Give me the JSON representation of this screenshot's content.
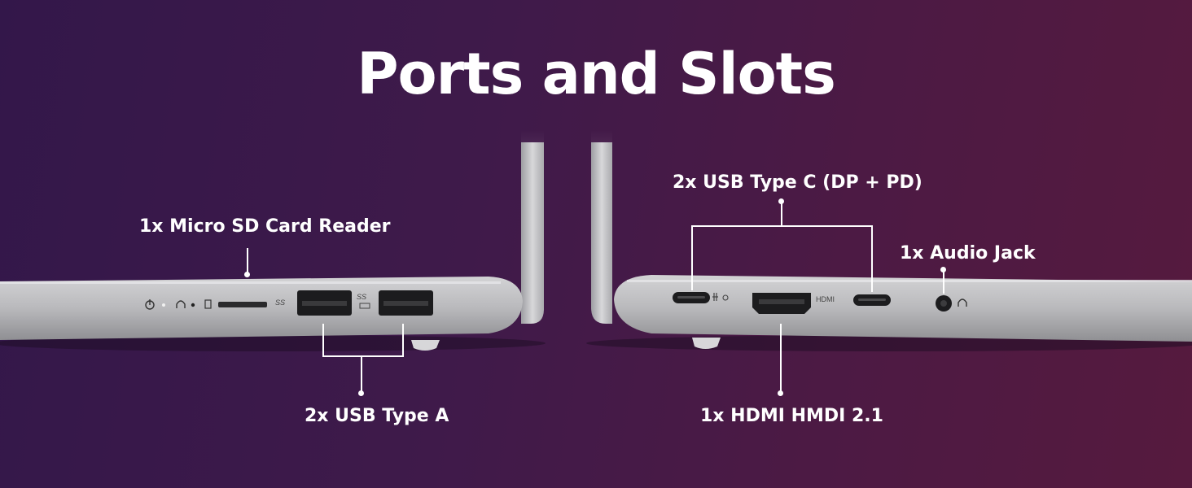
{
  "title": "Ports and Slots",
  "labels": {
    "micro_sd": "1x Micro SD Card Reader",
    "usb_a": "2x USB Type A",
    "usb_c": "2x USB Type C (DP + PD)",
    "audio": "1x Audio Jack",
    "hdmi": "1x HDMI HMDI 2.1"
  },
  "markings": {
    "ss_left_1": "SS",
    "ss_left_2": "SS",
    "hdmi": "HDMI"
  },
  "colors": {
    "bg_start": "#33174a",
    "bg_end": "#561a3e",
    "laptop_body": "#bdbdbf",
    "port": "#1c1c1e"
  },
  "icons": [
    "power-icon",
    "headset-icon",
    "sd-card-icon",
    "usb-ss-icon",
    "charging-icon",
    "headphone-icon"
  ]
}
